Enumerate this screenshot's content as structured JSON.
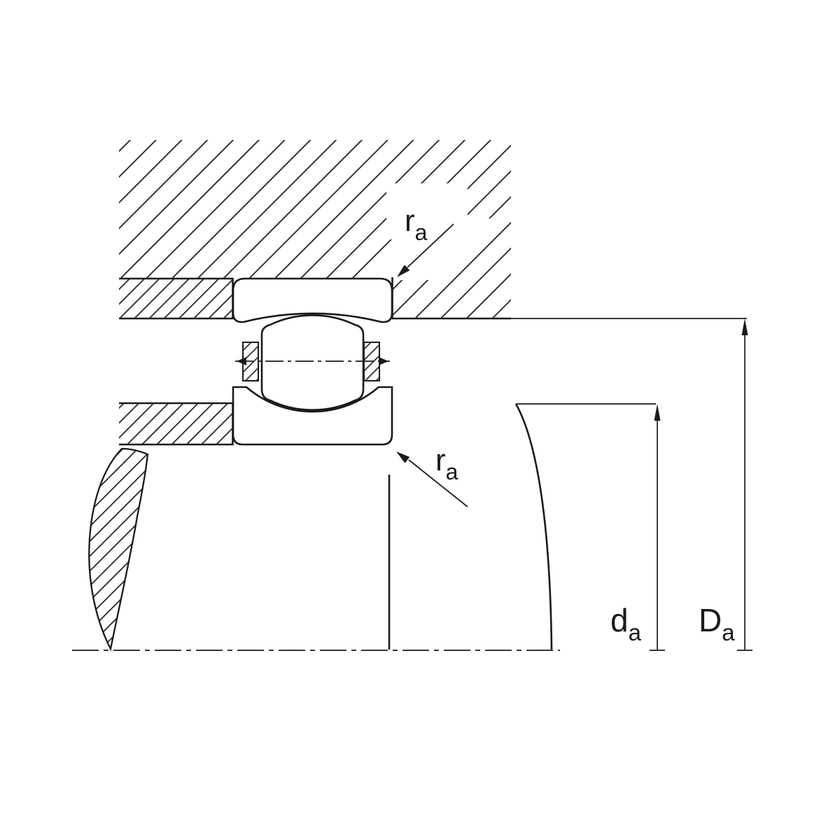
{
  "labels": {
    "fillet_top": {
      "main": "r",
      "sub": "a"
    },
    "fillet_bottom": {
      "main": "r",
      "sub": "a"
    },
    "shaft_abutment": {
      "main": "d",
      "sub": "a"
    },
    "housing_abutment": {
      "main": "D",
      "sub": "a"
    }
  },
  "colors": {
    "line": "#1a1a1a",
    "background": "#ffffff"
  }
}
